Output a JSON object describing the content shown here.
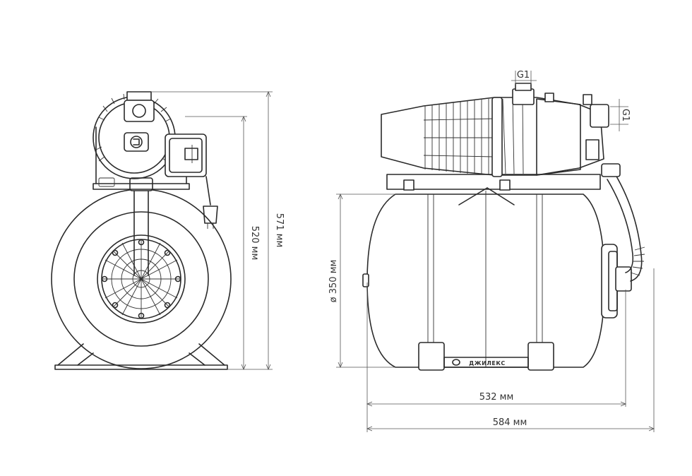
{
  "dimensions": {
    "height_pump": "520 мм",
    "height_total": "571 мм",
    "tank_diameter": "ø 350 мм",
    "tank_length": "532 мм",
    "total_length": "584 мм",
    "thread_top": "G1",
    "thread_side": "G1"
  },
  "brand": {
    "logo_text": "ДЖИЛЕКС"
  },
  "colors": {
    "line": "#2a2a2a",
    "dimension_line": "#555555",
    "background": "#ffffff"
  }
}
